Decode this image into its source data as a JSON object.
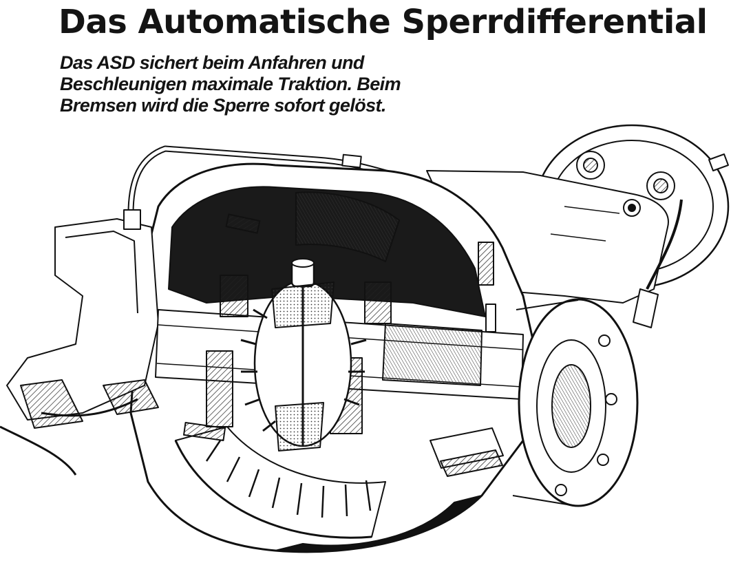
{
  "headline": "Das Automatische Sperrdifferential",
  "lede_lines": [
    "Das ASD sichert beim Anfahren und",
    "Beschleunigen maximale Traktion. Beim",
    "Bremsen wird die Sperre sofort gelöst."
  ],
  "illustration": {
    "subject": "differential-cutaway",
    "style": "black-and-white technical line drawing"
  }
}
